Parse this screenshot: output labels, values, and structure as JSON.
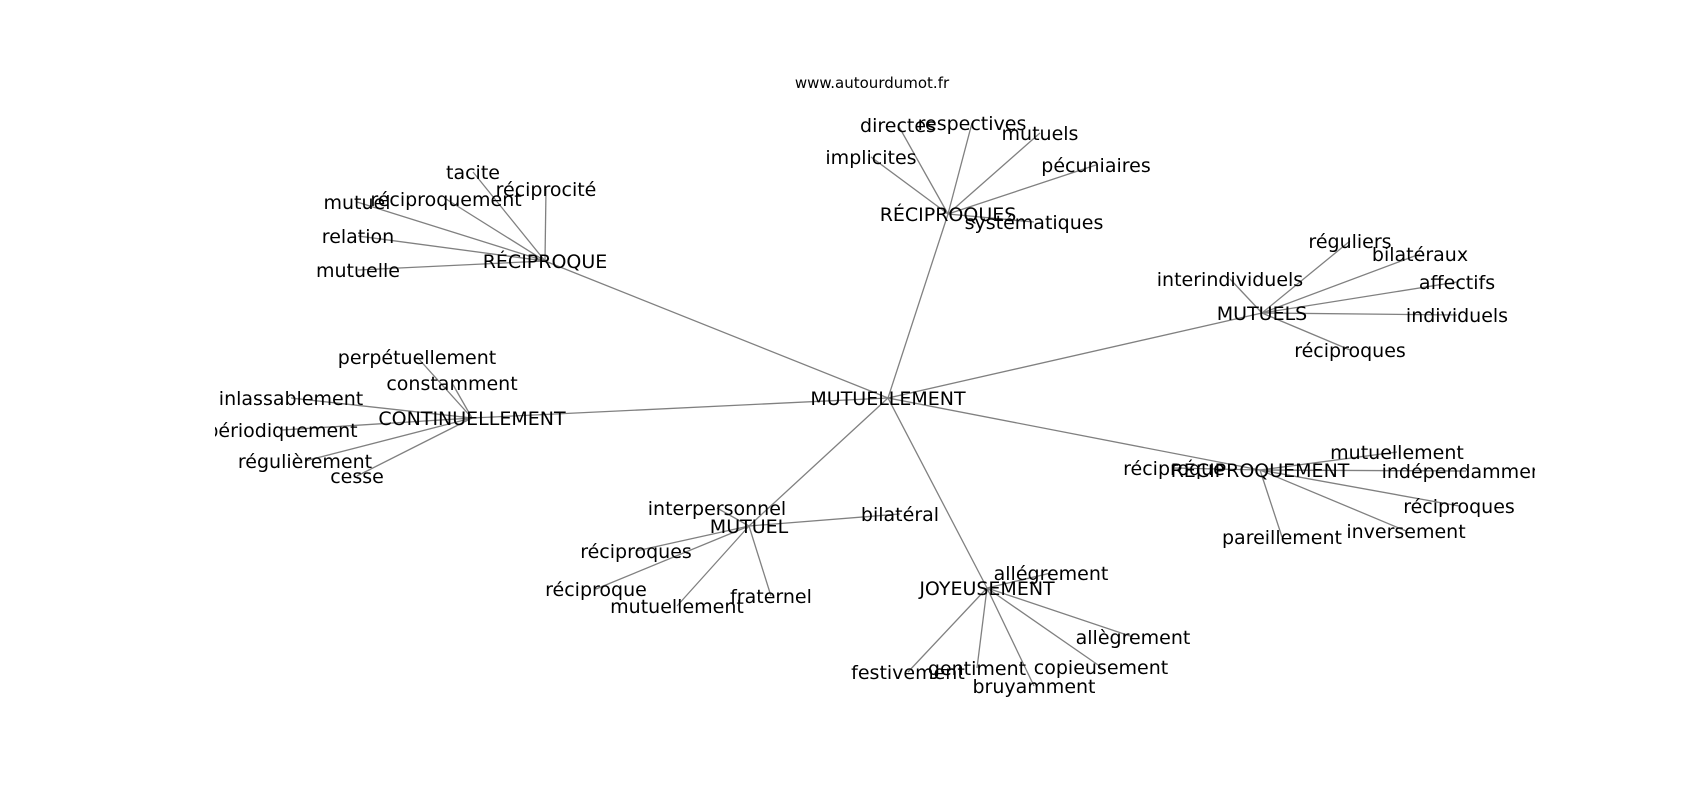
{
  "watermark": "www.autourdumot.fr",
  "colors": {
    "edge": "#808080",
    "text": "#000000",
    "background": "#ffffff"
  },
  "graph": {
    "center": "MUTUELLEMENT",
    "clusters": [
      {
        "hub": "RÉCIPROQUE",
        "leaves": [
          "tacite",
          "réciprocité",
          "mutuel",
          "réciproquement",
          "relation",
          "mutuelle"
        ]
      },
      {
        "hub": "RÉCIPROQUES",
        "leaves": [
          "directes",
          "respectives",
          "mutuels",
          "implicites",
          "pécuniaires",
          "systématiques"
        ]
      },
      {
        "hub": "MUTUELS",
        "leaves": [
          "réguliers",
          "bilatéraux",
          "interindividuels",
          "affectifs",
          "individuels",
          "réciproques"
        ]
      },
      {
        "hub": "CONTINUELLEMENT",
        "leaves": [
          "perpétuellement",
          "constamment",
          "inlassablement",
          "périodiquement",
          "régulièrement",
          "cesse"
        ]
      },
      {
        "hub": "RÉCIPROQUEMENT",
        "leaves": [
          "mutuellement",
          "réciproque",
          "indépendamment",
          "réciproques",
          "pareillement",
          "inversement"
        ]
      },
      {
        "hub": "MUTUEL",
        "leaves": [
          "interpersonnel",
          "bilatéral",
          "réciproques",
          "réciproque",
          "mutuellement",
          "fraternel"
        ]
      },
      {
        "hub": "JOYEUSEMENT",
        "leaves": [
          "allégrement",
          "allègrement",
          "festivement",
          "gentiment",
          "copieusement",
          "bruyamment"
        ]
      }
    ]
  }
}
